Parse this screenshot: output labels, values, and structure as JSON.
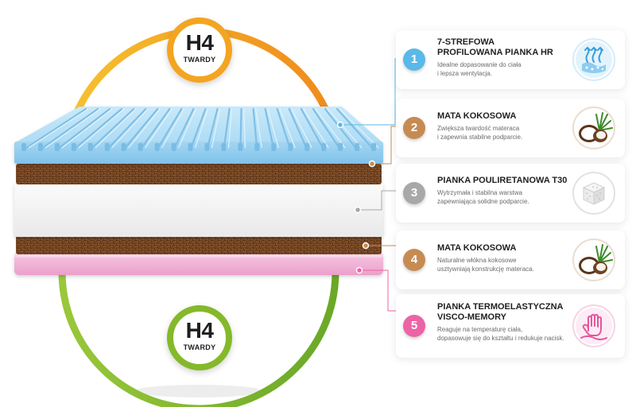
{
  "badges": {
    "top": {
      "grade": "H4",
      "word": "TWARDY",
      "color": "#f3a521"
    },
    "bottom": {
      "grade": "H4",
      "word": "TWARDY",
      "color": "#84b92a"
    }
  },
  "colors": {
    "blue_foam": "#a9d8f2",
    "coconut": "#6b3e1e",
    "white_foam": "#f4f4f4",
    "pink_foam": "#f0b6d8",
    "num_blue": "#5ab9e8",
    "num_brown": "#c68b53",
    "num_gray": "#a8a8a8",
    "num_pink": "#ec63a6"
  },
  "layers": [
    {
      "number": "1",
      "title": "7-STREFOWA\nPROFILOWANA PIANKA HR",
      "description": "Idealne dopasowanie do ciała\ni lepsza wentylacja.",
      "icon": "ventilation-foam-icon",
      "accent": "#5ab9e8"
    },
    {
      "number": "2",
      "title": "MATA KOKOSOWA",
      "description": "Zwiększa twardość materaca\ni zapewnia stabilne podparcie.",
      "icon": "coconut-icon",
      "accent": "#c68b53"
    },
    {
      "number": "3",
      "title": "PIANKA POULIRETANOWA T30",
      "description": "Wytrzymała i stabilna warstwa\nzapewniająca solidne podparcie.",
      "icon": "foam-cube-icon",
      "accent": "#a8a8a8"
    },
    {
      "number": "4",
      "title": "MATA KOKOSOWA",
      "description": "Naturalne włókna kokosowe\nusztywniają konstrukcję materaca.",
      "icon": "coconut-icon",
      "accent": "#c68b53"
    },
    {
      "number": "5",
      "title": "PIANKA TERMOELASTYCZNA\nVISCO-MEMORY",
      "description": "Reaguje na temperaturę ciała,\ndopasowuje się do kształtu i redukuje nacisk.",
      "icon": "hand-memory-icon",
      "accent": "#ec63a6"
    }
  ]
}
